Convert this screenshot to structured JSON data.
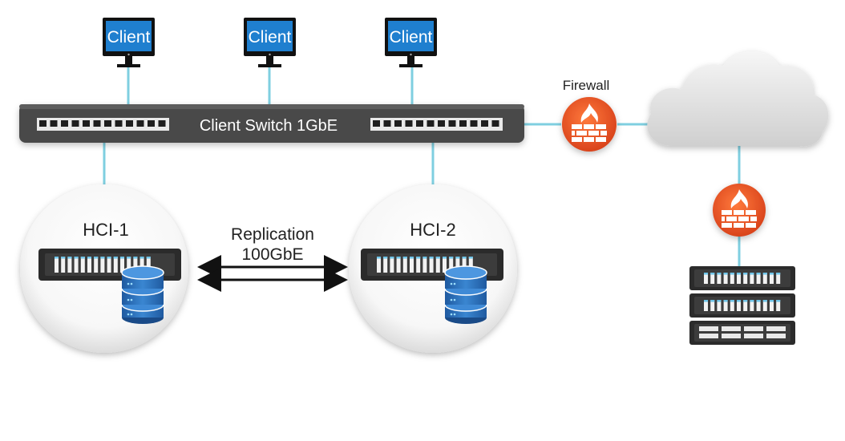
{
  "clients": [
    {
      "label": "Client"
    },
    {
      "label": "Client"
    },
    {
      "label": "Client"
    }
  ],
  "switch": {
    "label": "Client Switch 1GbE"
  },
  "firewall": {
    "label": "Firewall"
  },
  "nodes": [
    {
      "label": "HCI-1"
    },
    {
      "label": "HCI-2"
    }
  ],
  "replication": {
    "line1": "Replication",
    "line2": "100GbE"
  },
  "colors": {
    "link": "#7fcfe0",
    "switch": "#4a4a4a",
    "screen": "#1f7fcf",
    "firewall": "#e8542a",
    "storage": "#2f6db5",
    "server": "#2b2b2b",
    "cloud": "#e4e4e4"
  },
  "icons": [
    "monitor-icon",
    "switch-port-icon",
    "firewall-icon",
    "cloud-icon",
    "server-icon",
    "database-icon",
    "arrow-icon"
  ]
}
